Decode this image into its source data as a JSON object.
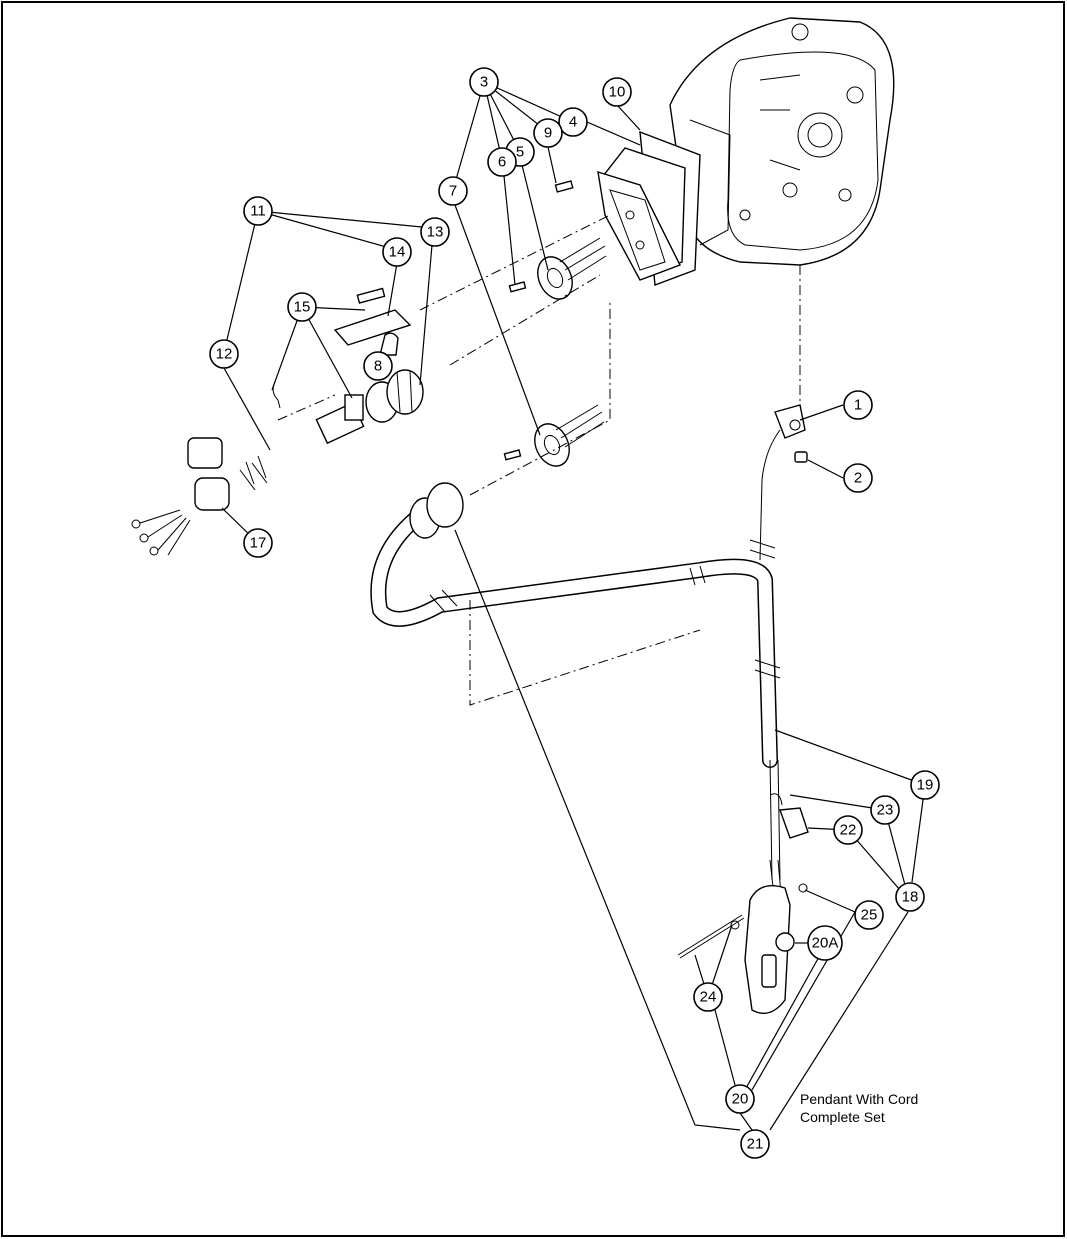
{
  "callouts": [
    {
      "label": "1"
    },
    {
      "label": "2"
    },
    {
      "label": "3"
    },
    {
      "label": "4"
    },
    {
      "label": "5"
    },
    {
      "label": "6"
    },
    {
      "label": "7"
    },
    {
      "label": "8"
    },
    {
      "label": "9"
    },
    {
      "label": "10"
    },
    {
      "label": "11"
    },
    {
      "label": "12"
    },
    {
      "label": "13"
    },
    {
      "label": "14"
    },
    {
      "label": "15"
    },
    {
      "label": "17"
    },
    {
      "label": "18"
    },
    {
      "label": "19"
    },
    {
      "label": "20"
    },
    {
      "label": "20A"
    },
    {
      "label": "21"
    },
    {
      "label": "22"
    },
    {
      "label": "23"
    },
    {
      "label": "24"
    },
    {
      "label": "25"
    }
  ],
  "note": {
    "line1": "Pendant With Cord",
    "line2": "Complete Set"
  }
}
